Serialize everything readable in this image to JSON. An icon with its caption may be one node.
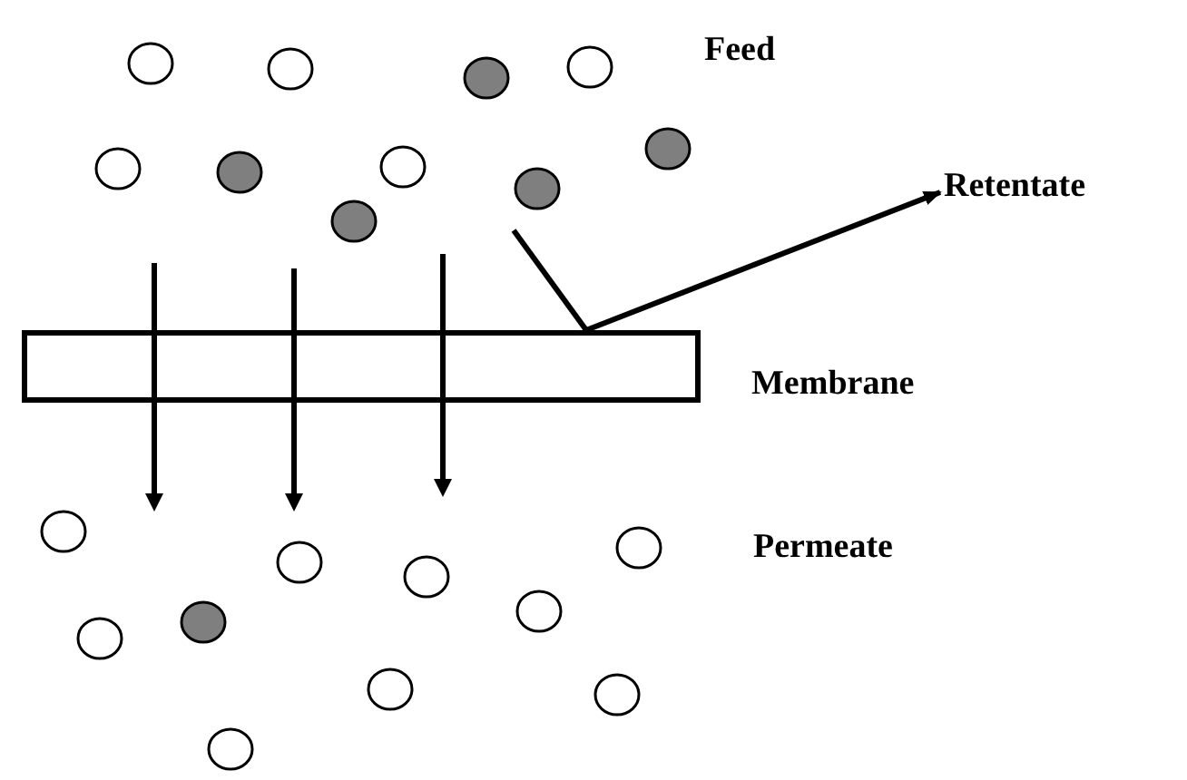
{
  "diagram": {
    "nodes": [
      {
        "text": [],
        "shape": "box",
        "beside": [
          "Membrane"
        ]
      },
      {
        "text": [
          "Retentate"
        ]
      }
    ],
    "edges": [
      {
        "from": null,
        "to": 0,
        "arrow": "none"
      },
      {
        "from": 0,
        "to": 1,
        "arrow": "to"
      }
    ],
    "labels": [
      "Feed",
      "Permeate"
    ]
  }
}
